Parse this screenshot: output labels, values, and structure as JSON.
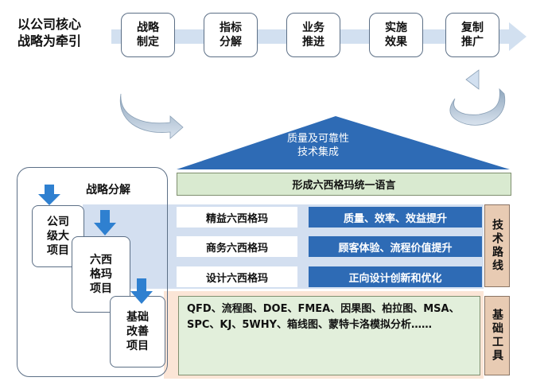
{
  "lead_title": "以公司核心\n战略为牵引",
  "steps": [
    "战略\n制定",
    "指标\n分解",
    "业务\n推进",
    "实施\n效果",
    "复制\n推广"
  ],
  "roof_text": "质量及可靠性\n技术集成",
  "language_bar": "形成六西格玛统一语言",
  "methods": [
    {
      "name": "精益六西格玛",
      "goal": "质量、效率、效益提升"
    },
    {
      "name": "商务六西格玛",
      "goal": "顾客体验、流程价值提升"
    },
    {
      "name": "设计六西格玛",
      "goal": "正向设计创新和优化"
    }
  ],
  "tech_route_label": "技术路线",
  "tools_label": "基础工具",
  "tools_text": "QFD、流程图、DOE、FMEA、因果图、柏拉图、MSA、SPC、KJ、5WHY、箱线图、蒙特卡洛模拟分析……",
  "strategy_title": "战略分解",
  "projects": [
    "公司\n级大\n项目",
    "六西\n格玛\n项目",
    "基础\n改善\n项目"
  ],
  "colors": {
    "step_arrow": "#d2e0f0",
    "roof": "#2e6bb5",
    "band": "#d3dff0",
    "goal_bar": "#2e6bb5",
    "language_bar": "#d9ead0",
    "side_box": "#e8cbb3",
    "tools_box": "#e2efdb",
    "down_arrow": "#2f80d0"
  }
}
